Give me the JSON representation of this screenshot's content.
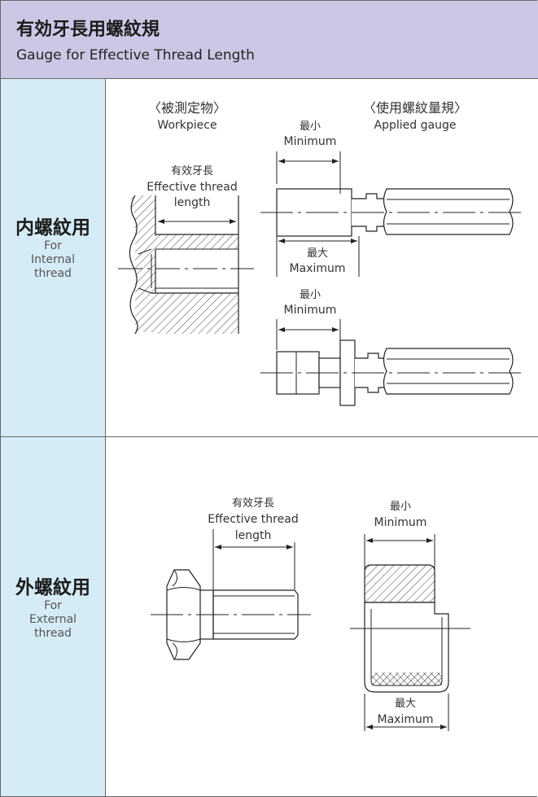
{
  "title": {
    "jp": "有効牙長用螺紋規",
    "en": "Gauge for Effective Thread Length"
  },
  "rows": [
    {
      "jp": "内螺紋用",
      "en": [
        "For",
        "Internal",
        "thread"
      ]
    },
    {
      "jp": "外螺紋用",
      "en": [
        "For",
        "External",
        "thread"
      ]
    }
  ],
  "internal": {
    "workpiece_jp": "〈被測定物〉",
    "workpiece_en": "Workpiece",
    "gauge_jp": "〈使用螺紋量規〉",
    "gauge_en": "Applied gauge",
    "effective_jp": "有效牙長",
    "effective_en_1": "Effective thread",
    "effective_en_2": "length",
    "min1_jp": "最小",
    "min1_en": "Minimum",
    "max_jp": "最大",
    "max_en": "Maximum",
    "min2_jp": "最小",
    "min2_en": "Minimum"
  },
  "external": {
    "effective_jp": "有效牙長",
    "effective_en_1": "Effective thread",
    "effective_en_2": "length",
    "min_jp": "最小",
    "min_en": "Minimum",
    "max_jp": "最大",
    "max_en": "Maximum"
  }
}
